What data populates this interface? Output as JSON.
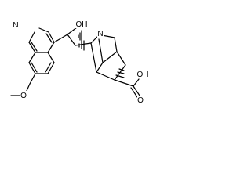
{
  "molecule": {
    "atom_labels": {
      "quinoline_n": "N",
      "hydroxyl": "OH",
      "bridgehead_n": "N",
      "ether_o": "O",
      "acid_o": "O",
      "acid_oh": "OH"
    }
  }
}
